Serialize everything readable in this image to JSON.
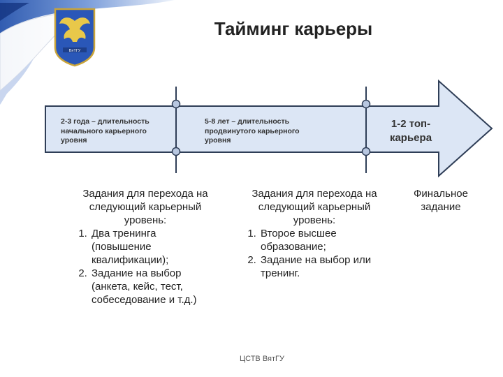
{
  "slide": {
    "title": "Тайминг карьеры",
    "crest_icon": "university-crest-icon",
    "crest_motto": "ВяТГУ",
    "footer": "ЦСТВ ВятГУ"
  },
  "colors": {
    "arrow_fill": "#dce6f5",
    "arrow_stroke": "#2f3e57",
    "node_fill": "#b8c7e0",
    "ribbon_blue": "#1a4aa8"
  },
  "stages": [
    {
      "label": "2-3 года – длительность начального карьерного уровня"
    },
    {
      "label": "5-8 лет – длительность продвинутого карьерного уровня"
    },
    {
      "label": "1-2 топ-карьера"
    }
  ],
  "tasks": [
    {
      "heading": "Задания для перехода на следующий карьерный уровень:",
      "items": [
        "Два тренинга (повышение квалификации);",
        "Задание на выбор (анкета, кейс, тест, собеседование и т.д.)"
      ]
    },
    {
      "heading": "Задания для перехода на следующий карьерный уровень:",
      "items": [
        "Второе высшее образование;",
        "Задание на выбор или тренинг."
      ]
    },
    {
      "heading": "Финальное задание"
    }
  ]
}
